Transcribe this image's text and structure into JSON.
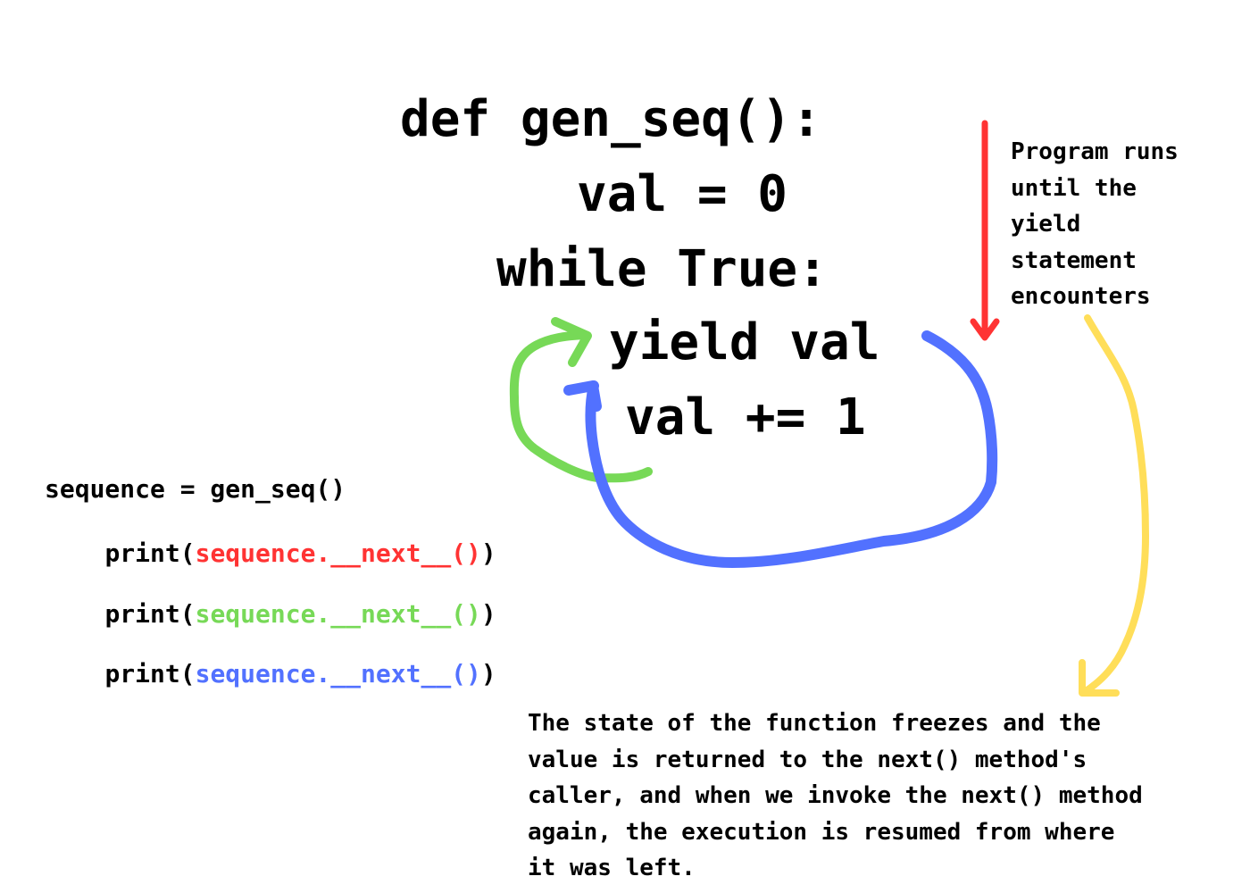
{
  "generator_code": {
    "lines": [
      "def gen_seq():",
      "val = 0",
      "while True:",
      "yield val",
      "val += 1"
    ]
  },
  "caller_code": {
    "assign_line": "sequence = gen_seq()",
    "print_calls": [
      {
        "prefix": "print(",
        "call": "sequence.__next__()",
        "suffix": ")",
        "color": "#ff3333"
      },
      {
        "prefix": "print(",
        "call": "sequence.__next__()",
        "suffix": ")",
        "color": "#77d957"
      },
      {
        "prefix": "print(",
        "call": "sequence.__next__()",
        "suffix": ")",
        "color": "#5271ff"
      }
    ]
  },
  "annotations": {
    "right_note": "Program runs\nuntil the\nyield\nstatement\nencounters",
    "bottom_note": "The state of the function freezes and the\nvalue is returned to the next() method's\ncaller, and when we invoke the next() method\nagain, the execution is resumed from where\nit was left."
  },
  "colors": {
    "first_call": "#ff3333",
    "second_call": "#77d957",
    "third_call": "#5271ff",
    "explanation_arrow": "#ffde59",
    "text": "#000000",
    "background": "#ffffff"
  }
}
